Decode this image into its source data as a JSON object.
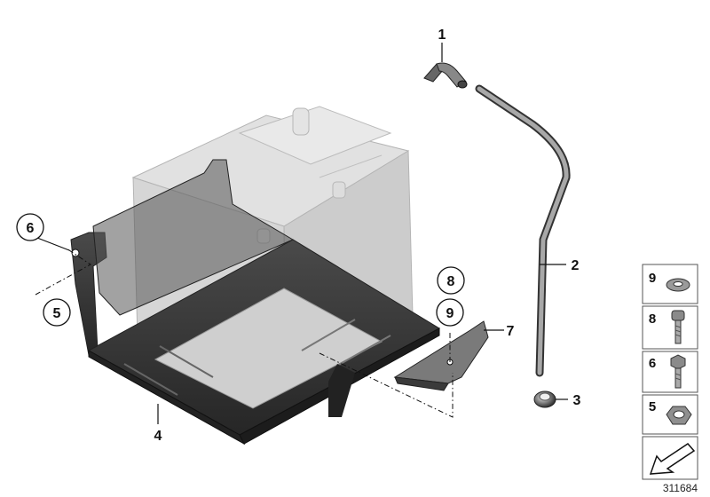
{
  "callouts": {
    "c1": "1",
    "c2": "2",
    "c3": "3",
    "c4": "4",
    "c5": "5",
    "c6": "6",
    "c7": "7",
    "c8": "8",
    "c9": "9"
  },
  "legend": {
    "items": [
      {
        "number": "9",
        "icon": "washer-icon"
      },
      {
        "number": "8",
        "icon": "socket-head-bolt-icon"
      },
      {
        "number": "6",
        "icon": "hex-bolt-icon"
      },
      {
        "number": "5",
        "icon": "hex-nut-icon"
      }
    ],
    "direction_icon": "front-arrow-icon"
  },
  "document_number": "311684",
  "colors": {
    "tray_dark": "#3a3a3a",
    "battery_gray": "#c8c8c8",
    "line": "#111111"
  }
}
